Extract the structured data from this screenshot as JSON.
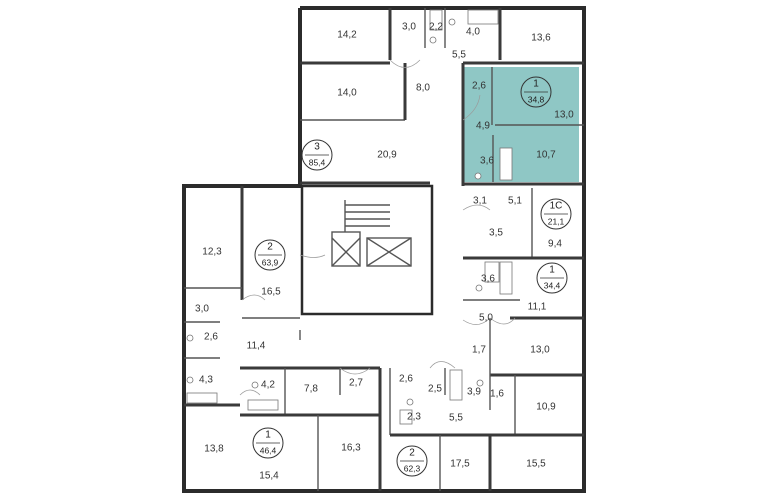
{
  "highlight_color": "#8fc7c5",
  "units": [
    {
      "count": "1",
      "area": "34,8",
      "highlighted": true
    },
    {
      "count": "3",
      "area": "85,4",
      "highlighted": false
    },
    {
      "count": "1С",
      "area": "21,1",
      "highlighted": false
    },
    {
      "count": "2",
      "area": "63,9",
      "highlighted": false
    },
    {
      "count": "1",
      "area": "34,4",
      "highlighted": false
    },
    {
      "count": "1",
      "area": "46,4",
      "highlighted": false
    },
    {
      "count": "2",
      "area": "62,3",
      "highlighted": false
    }
  ],
  "rooms": [
    "14,2",
    "3,0",
    "2,2",
    "4,0",
    "13,6",
    "5,5",
    "14,0",
    "8,0",
    "2,6",
    "13,0",
    "4,9",
    "3,6",
    "10,7",
    "20,9",
    "3,1",
    "5,1",
    "9,4",
    "3,5",
    "12,3",
    "16,5",
    "3,6",
    "11,1",
    "3,0",
    "2,6",
    "5,0",
    "11,4",
    "1,7",
    "13,0",
    "4,3",
    "4,2",
    "7,8",
    "2,7",
    "2,6",
    "2,5",
    "3,9",
    "1,6",
    "10,9",
    "2,3",
    "5,5",
    "13,8",
    "16,3",
    "17,5",
    "15,5",
    "15,4"
  ]
}
